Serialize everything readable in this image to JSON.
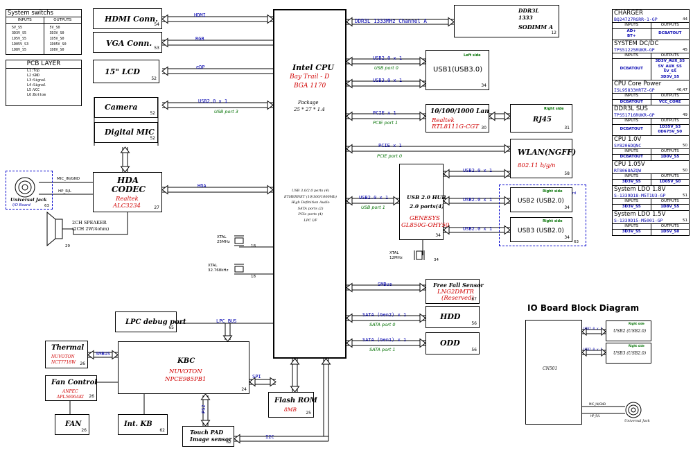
{
  "cpu": {
    "title": "Intel CPU",
    "family": "Bay Trail - D",
    "package": "BGA 1170",
    "pkg_label": "Package",
    "pkg_size": "25 * 27 * 1.4",
    "features": [
      "USB 3.0/2.0 ports (4)",
      "ETHERNET (10/100/1000Mb)",
      "High Definition Audio",
      "SATA ports (2)",
      "PCIe ports (4)",
      "LPC I/F"
    ]
  },
  "sw": {
    "title": "System switchs",
    "inputs_hdr": "INPUTS",
    "outputs_hdr": "OUTPUTS",
    "inputs": [
      "5V_S5",
      "3D3V_S5",
      "1D5V_S5",
      "1D05V_S3",
      "1D8V_S5"
    ],
    "outputs": [
      "5V_S0",
      "3D3V_S0",
      "1D5V_S0",
      "1D05V_S0",
      "1D8V_S0"
    ]
  },
  "pcb": {
    "title": "PCB LAYER",
    "layers": [
      "L1:Top",
      "L2:GND",
      "L3:Signal",
      "L4:Signal",
      "L5:VCC",
      "L6:Bottom"
    ]
  },
  "blocks": {
    "hdmi": {
      "title": "HDMI  Conn.",
      "page": "54"
    },
    "vga": {
      "title": "VGA Conn.",
      "page": "53"
    },
    "lcd": {
      "title": "15\" LCD",
      "page": "52"
    },
    "camera": {
      "title": "Camera",
      "page": "52"
    },
    "dmic": {
      "title": "Digital MIC",
      "page": "52"
    },
    "codec": {
      "title1": "HDA",
      "title2": "CODEC",
      "vendor": "Realtek",
      "part": "ALC3234",
      "page": "27"
    },
    "jack": {
      "title": "Universal Jack",
      "sub": "I/O Board",
      "page": "63"
    },
    "speaker": {
      "title1": "2CH SPEAKER",
      "title2": "(2CH 2W/4ohm)",
      "page": "29"
    },
    "xtal1": {
      "title1": "XTAL",
      "title2": "25MHz",
      "page": "18"
    },
    "xtal2": {
      "title1": "XTAL",
      "title2": "32.768kHz",
      "page": "18"
    },
    "lpc_debug": {
      "title": "LPC debug  port",
      "page": "65"
    },
    "thermal": {
      "title": "Thermal",
      "vendor": "NUVOTON",
      "part": "NCT7718W",
      "page": "26"
    },
    "fanctl": {
      "title": "Fan Control",
      "vendor": "ANPEC",
      "part": "APL5606AKI",
      "page": "26"
    },
    "fan": {
      "title": "FAN",
      "page": "26"
    },
    "intkb": {
      "title": "Int. KB",
      "page": "62"
    },
    "kbc": {
      "title": "KBC",
      "vendor": "NUVOTON",
      "part": "NPCE985PB1",
      "page": "24"
    },
    "touchpad": {
      "title1": "Touch PAD",
      "title2": "Image sensor",
      "page": "62"
    },
    "flash": {
      "title": "Flash ROM",
      "size": "8MB",
      "page": "25"
    },
    "ddr": {
      "title1": "DDR3L",
      "title2": "1333",
      "title3": "SODIMM A",
      "page": "12"
    },
    "usb1": {
      "title": "USB1(USB3.0)",
      "page": "34",
      "side": "Left side"
    },
    "lan": {
      "title": "10/100/1000 Lan",
      "vendor": "Realtek",
      "part": "RTL8111G-CGT",
      "page": "30"
    },
    "rj45": {
      "title": "RJ45",
      "side": "Right side",
      "page": "31"
    },
    "wlan": {
      "title": "WLAN(NGFF)",
      "sub": "802.11 b/g/n",
      "page": "58"
    },
    "hub": {
      "title1": "USB 2.0 HUB",
      "title2": "2.0 ports(4)",
      "vendor": "GENESYS",
      "part": "GL850G-OHY50",
      "page": "34"
    },
    "xtal3": {
      "title1": "XTAL",
      "title2": "12MHz",
      "page": "34"
    },
    "usb2": {
      "title": "USB2 (USB2.0)",
      "side": "Right side",
      "page": "34"
    },
    "usb3": {
      "title": "USB3 (USB2.0)",
      "side": "Right side",
      "page": "34"
    },
    "ioboard": {
      "label": "I/O Board",
      "page": "63"
    },
    "freefall": {
      "title": "Free Fall Sensor",
      "part": "LNG2DMTR",
      "note": "(Reserved)",
      "page": "67"
    },
    "hdd": {
      "title": "HDD",
      "page": "56"
    },
    "odd": {
      "title": "ODD",
      "page": "56"
    }
  },
  "buses": {
    "hdmi": "HDMI",
    "rgb": "RGB",
    "edp": "eDP",
    "cam_usb": "USB2.0 x 1",
    "cam_port": "USB port 3",
    "hda": "HDA",
    "mic": "MIC_IN/GND",
    "hp": "HP_R/L",
    "lpc": "LPC BUS",
    "smbus": "SMBUS",
    "spi": "SPI",
    "ps2": "PS2",
    "i2c": "I2C",
    "ddr": "DDR3L 1333MHz Channel A",
    "usb1a": "USB2.0 x 1",
    "usb1a_port": "USB port 0",
    "usb1b": "USB3.0 x 1",
    "pcie_lan": "PCIE x 1",
    "pcie_lan_port": "PCIE port 1",
    "pcie_wlan": "PCIE x 1",
    "pcie_wlan_port": "PCIE port 0",
    "hub_in": "USB2.0 x 1",
    "hub_in_port": "USB port 1",
    "hub_wlan": "USB2.0 x 1",
    "hub_usb2": "USB2.0 x 1",
    "hub_usb3": "USB2.0 x 1",
    "smbus_ff": "SMBus",
    "sata2": "SATA (Gen2) x 1",
    "sata2_port": "SATA port 0",
    "sata1": "SATA (Gen1) x 1",
    "sata1_port": "SATA port 1"
  },
  "power": [
    {
      "title": "CHARGER",
      "part": "BQ24727RGRR-1-GP",
      "page": "44",
      "inputs": [
        "AD+",
        "BT+"
      ],
      "outputs": [
        "DCBATOUT"
      ]
    },
    {
      "title": "SYSTEM DC/DC",
      "part": "TPS51225RUKR-GP",
      "page": "45",
      "inputs": [
        "DCBATOUT"
      ],
      "outputs": [
        "3D3V_AUX_S5",
        "5V_AUX_S5",
        "5V_S5",
        "3D3V_S5"
      ]
    },
    {
      "title": "CPU Core Power",
      "part": "ISL95833HRTZ-GP",
      "page": "46,47",
      "inputs": [
        "DCBATOUT"
      ],
      "outputs": [
        "VCC_CORE"
      ]
    },
    {
      "title": "DDR3L SUS",
      "part": "TPS51716RUKR-GP",
      "page": "49",
      "inputs": [
        "DCBATOUT"
      ],
      "outputs": [
        "1D35V_S3",
        "0D675V_S0"
      ]
    },
    {
      "title": "CPU 1.0V",
      "part": "SY8206DQNC",
      "page": "50",
      "inputs": [
        "DCBATOUT"
      ],
      "outputs": [
        "1D0V_S5"
      ]
    },
    {
      "title": "CPU 1.05V",
      "part": "RT8068AZQW",
      "page": "50",
      "inputs": [
        "3D3V_S5"
      ],
      "outputs": [
        "1D05V_S0"
      ]
    },
    {
      "title": "System LDO 1.8V",
      "part": "S-1339D18-M5T1U3-GP",
      "page": "51",
      "inputs": [
        "3D3V_S5"
      ],
      "outputs": [
        "1D8V_S5"
      ]
    },
    {
      "title": "System LDO 1.5V",
      "part": "S-1339D15-M5001-GP",
      "page": "51",
      "inputs": [
        "3D3V_S5"
      ],
      "outputs": [
        "1D5V_S0"
      ]
    }
  ],
  "power_hdr": {
    "in": "INPUTS",
    "out": "OUTPUTS"
  },
  "io": {
    "title": "IO Board Block Diagram",
    "cn": "CN501",
    "usb_a": "USB2.0 x 1",
    "usb_b": "USB2.0 x 1",
    "usb2": "USB2 (USB2.0)",
    "usb3": "USB3 (USB2.0)",
    "side": "Right side",
    "mic": "MIC_IN/GND",
    "hp": "HP_R/L",
    "jack": "Universal Jack"
  }
}
